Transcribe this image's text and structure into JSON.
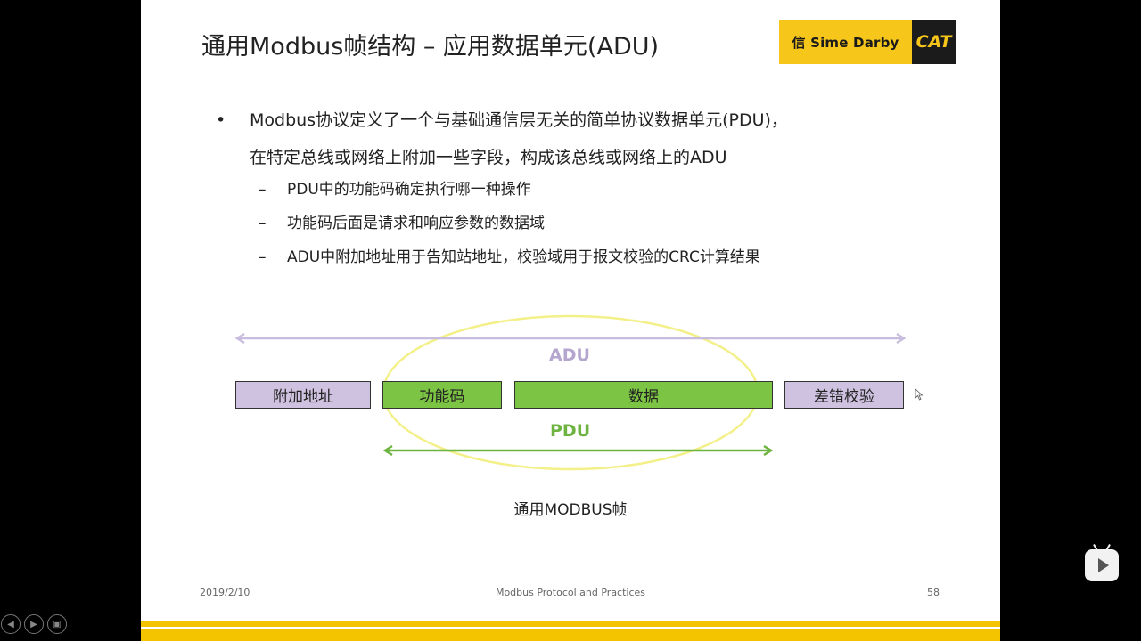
{
  "slide": {
    "title": "通用Modbus帧结构 – 应用数据单元(ADU)",
    "logo_text": "信 Sime Darby",
    "logo_cat": "CAT",
    "bullet_symbol": "•",
    "bullet_line1": "Modbus协议定义了一个与基础通信层无关的简单协议数据单元(PDU)，",
    "bullet_line2": "在特定总线或网络上附加一些字段，构成该总线或网络上的ADU",
    "dash_symbol": "–",
    "sub_items": [
      "PDU中的功能码确定执行哪一种操作",
      "功能码后面是请求和响应参数的数据域",
      "ADU中附加地址用于告知站地址，校验域用于报文校验的CRC计算结果"
    ],
    "diagram": {
      "adu_label": "ADU",
      "pdu_label": "PDU",
      "boxes": [
        "附加地址",
        "功能码",
        "数据",
        "差错校验"
      ],
      "caption": "通用MODBUS帧"
    },
    "footer": {
      "date": "2019/2/10",
      "center": "Modbus Protocol and Practices",
      "page": "58"
    }
  },
  "colors": {
    "adu_purple": "#b4a6cf",
    "pdu_green": "#6db33f",
    "box_purple": "#cfc2e0",
    "box_green": "#7cc443",
    "ellipse": "#f3f08a",
    "brand_yellow": "#f5c400"
  },
  "player": {
    "controls": [
      "prev-icon",
      "next-icon",
      "screen-icon"
    ],
    "logo_icon": "bilibili-play-icon"
  }
}
